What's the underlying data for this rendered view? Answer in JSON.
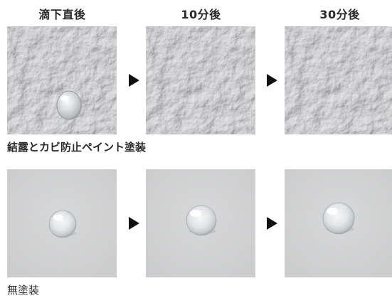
{
  "headings": {
    "col1": "滴下直後",
    "col2": "10分後",
    "col3": "30分後"
  },
  "rows": {
    "coated": {
      "label": "結露とカビ防止ペイント塗装"
    },
    "uncoated": {
      "label": "無塗装"
    }
  },
  "icons": {
    "arrow": "right-triangle-arrow-icon"
  },
  "colors": {
    "text": "#2a2a2a",
    "arrow": "#111111",
    "textured_wall": "#c6c7c9",
    "plain_wall": "#d0d1d2"
  }
}
